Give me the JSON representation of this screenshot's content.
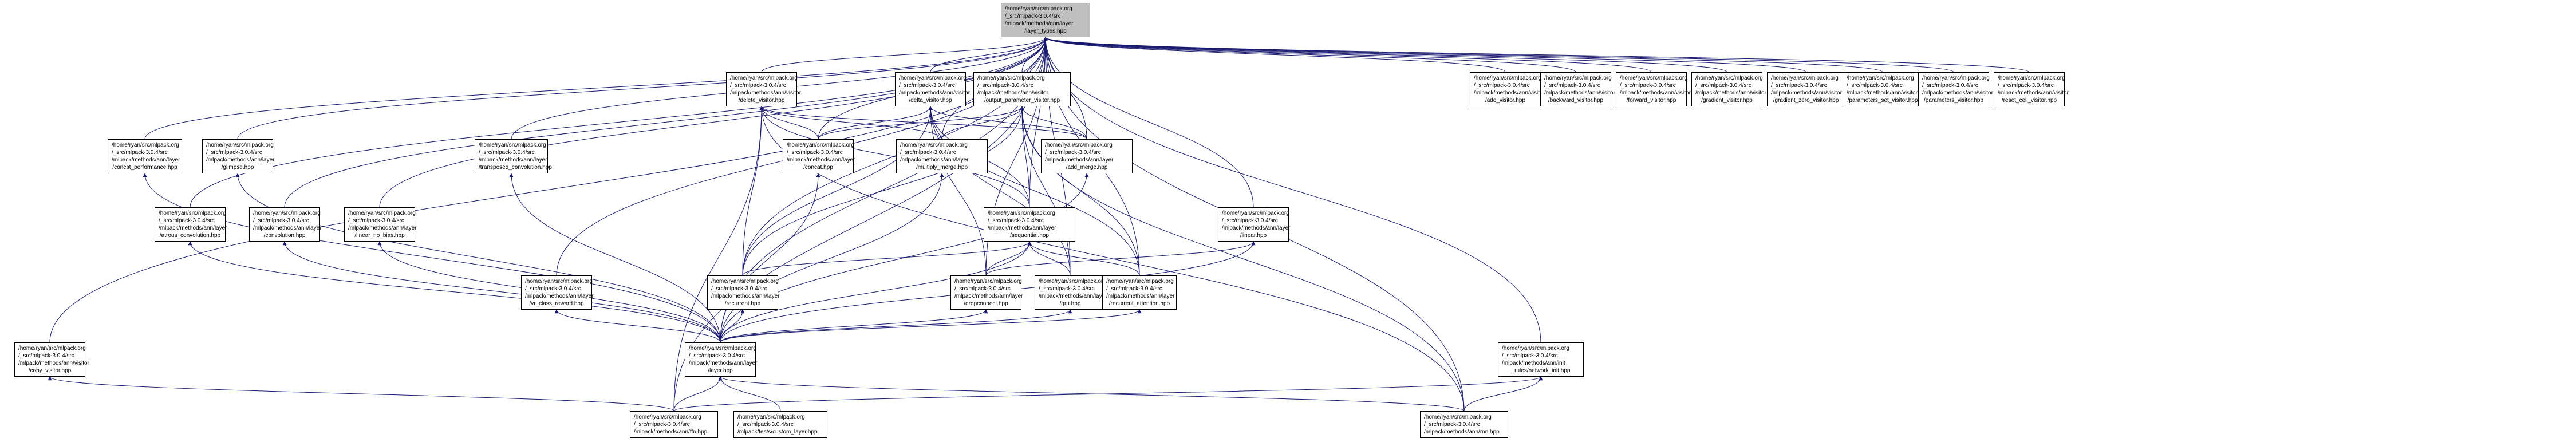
{
  "title": "Include dependency graph for layer_types.hpp",
  "colors": {
    "edge": "#191970",
    "root_fill": "#bfbfbf",
    "node_fill": "#ffffff"
  },
  "nodes": [
    {
      "id": "root",
      "lines": [
        "/home/ryan/src/mlpack.org",
        "/_src/mlpack-3.0.4/src",
        "/mlpack/methods/ann/layer",
        "/layer_types.hpp"
      ],
      "root": true
    },
    {
      "id": "delete_visitor",
      "lines": [
        "/home/ryan/src/mlpack.org",
        "/_src/mlpack-3.0.4/src",
        "/mlpack/methods/ann/visitor",
        "/delete_visitor.hpp"
      ]
    },
    {
      "id": "delta_visitor",
      "lines": [
        "/home/ryan/src/mlpack.org",
        "/_src/mlpack-3.0.4/src",
        "/mlpack/methods/ann/visitor",
        "/delta_visitor.hpp"
      ]
    },
    {
      "id": "output_parameter_visitor",
      "lines": [
        "/home/ryan/src/mlpack.org",
        "/_src/mlpack-3.0.4/src",
        "/mlpack/methods/ann/visitor",
        "/output_parameter_visitor.hpp"
      ]
    },
    {
      "id": "add_visitor",
      "lines": [
        "/home/ryan/src/mlpack.org",
        "/_src/mlpack-3.0.4/src",
        "/mlpack/methods/ann/visitor",
        "/add_visitor.hpp"
      ]
    },
    {
      "id": "backward_visitor",
      "lines": [
        "/home/ryan/src/mlpack.org",
        "/_src/mlpack-3.0.4/src",
        "/mlpack/methods/ann/visitor",
        "/backward_visitor.hpp"
      ]
    },
    {
      "id": "forward_visitor",
      "lines": [
        "/home/ryan/src/mlpack.org",
        "/_src/mlpack-3.0.4/src",
        "/mlpack/methods/ann/visitor",
        "/forward_visitor.hpp"
      ]
    },
    {
      "id": "gradient_visitor",
      "lines": [
        "/home/ryan/src/mlpack.org",
        "/_src/mlpack-3.0.4/src",
        "/mlpack/methods/ann/visitor",
        "/gradient_visitor.hpp"
      ]
    },
    {
      "id": "gradient_zero_visitor",
      "lines": [
        "/home/ryan/src/mlpack.org",
        "/_src/mlpack-3.0.4/src",
        "/mlpack/methods/ann/visitor",
        "/gradient_zero_visitor.hpp"
      ]
    },
    {
      "id": "parameters_set_visitor",
      "lines": [
        "/home/ryan/src/mlpack.org",
        "/_src/mlpack-3.0.4/src",
        "/mlpack/methods/ann/visitor",
        "/parameters_set_visitor.hpp"
      ]
    },
    {
      "id": "parameters_visitor",
      "lines": [
        "/home/ryan/src/mlpack.org",
        "/_src/mlpack-3.0.4/src",
        "/mlpack/methods/ann/visitor",
        "/parameters_visitor.hpp"
      ]
    },
    {
      "id": "reset_cell_visitor",
      "lines": [
        "/home/ryan/src/mlpack.org",
        "/_src/mlpack-3.0.4/src",
        "/mlpack/methods/ann/visitor",
        "/reset_cell_visitor.hpp"
      ]
    },
    {
      "id": "concat_performance",
      "lines": [
        "/home/ryan/src/mlpack.org",
        "/_src/mlpack-3.0.4/src",
        "/mlpack/methods/ann/layer",
        "/concat_performance.hpp"
      ]
    },
    {
      "id": "glimpse",
      "lines": [
        "/home/ryan/src/mlpack.org",
        "/_src/mlpack-3.0.4/src",
        "/mlpack/methods/ann/layer",
        "/glimpse.hpp"
      ]
    },
    {
      "id": "transposed_convolution",
      "lines": [
        "/home/ryan/src/mlpack.org",
        "/_src/mlpack-3.0.4/src",
        "/mlpack/methods/ann/layer",
        "/transposed_convolution.hpp"
      ]
    },
    {
      "id": "concat",
      "lines": [
        "/home/ryan/src/mlpack.org",
        "/_src/mlpack-3.0.4/src",
        "/mlpack/methods/ann/layer",
        "/concat.hpp"
      ]
    },
    {
      "id": "multiply_merge",
      "lines": [
        "/home/ryan/src/mlpack.org",
        "/_src/mlpack-3.0.4/src",
        "/mlpack/methods/ann/layer",
        "/multiply_merge.hpp"
      ]
    },
    {
      "id": "add_merge",
      "lines": [
        "/home/ryan/src/mlpack.org",
        "/_src/mlpack-3.0.4/src",
        "/mlpack/methods/ann/layer",
        "/add_merge.hpp"
      ]
    },
    {
      "id": "atrous_convolution",
      "lines": [
        "/home/ryan/src/mlpack.org",
        "/_src/mlpack-3.0.4/src",
        "/mlpack/methods/ann/layer",
        "/atrous_convolution.hpp"
      ]
    },
    {
      "id": "convolution",
      "lines": [
        "/home/ryan/src/mlpack.org",
        "/_src/mlpack-3.0.4/src",
        "/mlpack/methods/ann/layer",
        "/convolution.hpp"
      ]
    },
    {
      "id": "linear_no_bias",
      "lines": [
        "/home/ryan/src/mlpack.org",
        "/_src/mlpack-3.0.4/src",
        "/mlpack/methods/ann/layer",
        "/linear_no_bias.hpp"
      ]
    },
    {
      "id": "sequential",
      "lines": [
        "/home/ryan/src/mlpack.org",
        "/_src/mlpack-3.0.4/src",
        "/mlpack/methods/ann/layer",
        "/sequential.hpp"
      ]
    },
    {
      "id": "linear",
      "lines": [
        "/home/ryan/src/mlpack.org",
        "/_src/mlpack-3.0.4/src",
        "/mlpack/methods/ann/layer",
        "/linear.hpp"
      ]
    },
    {
      "id": "vr_class_reward",
      "lines": [
        "/home/ryan/src/mlpack.org",
        "/_src/mlpack-3.0.4/src",
        "/mlpack/methods/ann/layer",
        "/vr_class_reward.hpp"
      ]
    },
    {
      "id": "recurrent",
      "lines": [
        "/home/ryan/src/mlpack.org",
        "/_src/mlpack-3.0.4/src",
        "/mlpack/methods/ann/layer",
        "/recurrent.hpp"
      ]
    },
    {
      "id": "dropconnect",
      "lines": [
        "/home/ryan/src/mlpack.org",
        "/_src/mlpack-3.0.4/src",
        "/mlpack/methods/ann/layer",
        "/dropconnect.hpp"
      ]
    },
    {
      "id": "gru",
      "lines": [
        "/home/ryan/src/mlpack.org",
        "/_src/mlpack-3.0.4/src",
        "/mlpack/methods/ann/layer",
        "/gru.hpp"
      ]
    },
    {
      "id": "recurrent_attention",
      "lines": [
        "/home/ryan/src/mlpack.org",
        "/_src/mlpack-3.0.4/src",
        "/mlpack/methods/ann/layer",
        "/recurrent_attention.hpp"
      ]
    },
    {
      "id": "copy_visitor",
      "lines": [
        "/home/ryan/src/mlpack.org",
        "/_src/mlpack-3.0.4/src",
        "/mlpack/methods/ann/visitor",
        "/copy_visitor.hpp"
      ]
    },
    {
      "id": "layer",
      "lines": [
        "/home/ryan/src/mlpack.org",
        "/_src/mlpack-3.0.4/src",
        "/mlpack/methods/ann/layer",
        "/layer.hpp"
      ]
    },
    {
      "id": "network_init",
      "lines": [
        "/home/ryan/src/mlpack.org",
        "/_src/mlpack-3.0.4/src",
        "/mlpack/methods/ann/init",
        "_rules/network_init.hpp"
      ]
    },
    {
      "id": "ffn",
      "lines": [
        "/home/ryan/src/mlpack.org",
        "/_src/mlpack-3.0.4/src",
        "/mlpack/methods/ann/ffn.hpp"
      ]
    },
    {
      "id": "custom_layer",
      "lines": [
        "/home/ryan/src/mlpack.org",
        "/_src/mlpack-3.0.4/src",
        "/mlpack/tests/custom_layer.hpp"
      ]
    },
    {
      "id": "rnn",
      "lines": [
        "/home/ryan/src/mlpack.org",
        "/_src/mlpack-3.0.4/src",
        "/mlpack/methods/ann/rnn.hpp"
      ]
    }
  ],
  "edges": [
    [
      "delete_visitor",
      "root"
    ],
    [
      "delta_visitor",
      "root"
    ],
    [
      "output_parameter_visitor",
      "root"
    ],
    [
      "add_visitor",
      "root"
    ],
    [
      "backward_visitor",
      "root"
    ],
    [
      "forward_visitor",
      "root"
    ],
    [
      "gradient_visitor",
      "root"
    ],
    [
      "gradient_zero_visitor",
      "root"
    ],
    [
      "parameters_set_visitor",
      "root"
    ],
    [
      "parameters_visitor",
      "root"
    ],
    [
      "reset_cell_visitor",
      "root"
    ],
    [
      "concat_performance",
      "root"
    ],
    [
      "glimpse",
      "root"
    ],
    [
      "transposed_convolution",
      "root"
    ],
    [
      "concat",
      "root"
    ],
    [
      "multiply_merge",
      "root"
    ],
    [
      "add_merge",
      "root"
    ],
    [
      "atrous_convolution",
      "root"
    ],
    [
      "convolution",
      "root"
    ],
    [
      "linear_no_bias",
      "root"
    ],
    [
      "sequential",
      "root"
    ],
    [
      "linear",
      "root"
    ],
    [
      "vr_class_reward",
      "root"
    ],
    [
      "recurrent",
      "root"
    ],
    [
      "dropconnect",
      "root"
    ],
    [
      "gru",
      "root"
    ],
    [
      "recurrent_attention",
      "root"
    ],
    [
      "copy_visitor",
      "root"
    ],
    [
      "layer",
      "root"
    ],
    [
      "ffn",
      "root"
    ],
    [
      "rnn",
      "root"
    ],
    [
      "network_init",
      "root"
    ],
    [
      "concat",
      "delete_visitor"
    ],
    [
      "multiply_merge",
      "delete_visitor"
    ],
    [
      "add_merge",
      "delete_visitor"
    ],
    [
      "sequential",
      "delete_visitor"
    ],
    [
      "recurrent",
      "delete_visitor"
    ],
    [
      "ffn",
      "delete_visitor"
    ],
    [
      "rnn",
      "delete_visitor"
    ],
    [
      "concat",
      "delta_visitor"
    ],
    [
      "add_merge",
      "delta_visitor"
    ],
    [
      "sequential",
      "delta_visitor"
    ],
    [
      "recurrent",
      "delta_visitor"
    ],
    [
      "gru",
      "delta_visitor"
    ],
    [
      "recurrent_attention",
      "delta_visitor"
    ],
    [
      "dropconnect",
      "delta_visitor"
    ],
    [
      "concat",
      "output_parameter_visitor"
    ],
    [
      "multiply_merge",
      "output_parameter_visitor"
    ],
    [
      "add_merge",
      "output_parameter_visitor"
    ],
    [
      "sequential",
      "output_parameter_visitor"
    ],
    [
      "recurrent",
      "output_parameter_visitor"
    ],
    [
      "gru",
      "output_parameter_visitor"
    ],
    [
      "recurrent_attention",
      "output_parameter_visitor"
    ],
    [
      "rnn",
      "output_parameter_visitor"
    ],
    [
      "layer",
      "concat_performance"
    ],
    [
      "layer",
      "glimpse"
    ],
    [
      "layer",
      "transposed_convolution"
    ],
    [
      "layer",
      "concat"
    ],
    [
      "layer",
      "multiply_merge"
    ],
    [
      "layer",
      "add_merge"
    ],
    [
      "layer",
      "atrous_convolution"
    ],
    [
      "layer",
      "convolution"
    ],
    [
      "layer",
      "linear_no_bias"
    ],
    [
      "layer",
      "sequential"
    ],
    [
      "layer",
      "linear"
    ],
    [
      "layer",
      "vr_class_reward"
    ],
    [
      "layer",
      "recurrent"
    ],
    [
      "layer",
      "dropconnect"
    ],
    [
      "layer",
      "gru"
    ],
    [
      "layer",
      "recurrent_attention"
    ],
    [
      "ffn",
      "copy_visitor"
    ],
    [
      "recurrent",
      "sequential"
    ],
    [
      "dropconnect",
      "sequential"
    ],
    [
      "gru",
      "sequential"
    ],
    [
      "recurrent_attention",
      "sequential"
    ],
    [
      "dropconnect",
      "linear"
    ],
    [
      "ffn",
      "layer"
    ],
    [
      "custom_layer",
      "layer"
    ],
    [
      "rnn",
      "layer"
    ],
    [
      "rnn",
      "network_init"
    ],
    [
      "ffn",
      "network_init"
    ]
  ]
}
